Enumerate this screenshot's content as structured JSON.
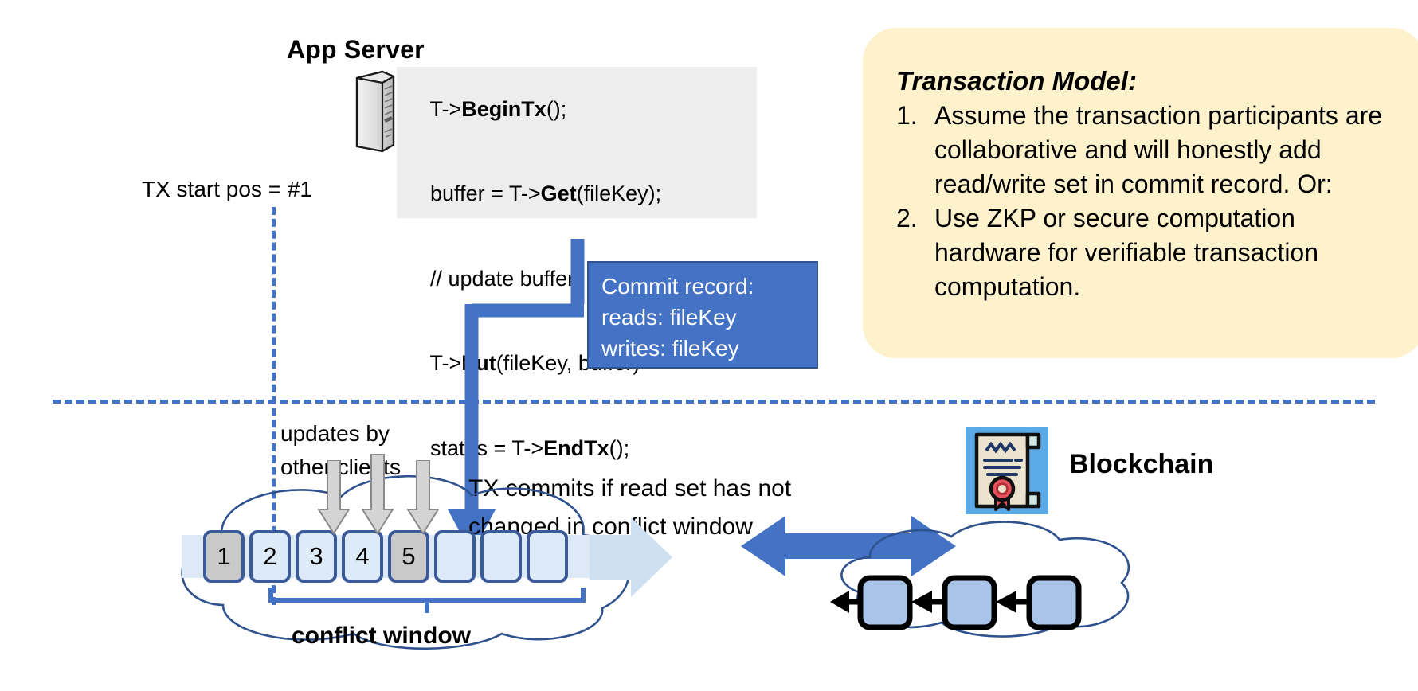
{
  "app_server": {
    "title": "App Server",
    "icon": "server-tower-icon",
    "code_lines": [
      {
        "pre": "T->",
        "bold": "BeginTx",
        "post": "();"
      },
      {
        "pre": "buffer = T->",
        "bold": "Get",
        "post": "(fileKey);"
      },
      {
        "pre": "// update buffer;",
        "bold": "",
        "post": ""
      },
      {
        "pre": "T->",
        "bold": "Put",
        "post": "(fileKey, buffer)"
      },
      {
        "pre": "status = T->",
        "bold": "EndTx",
        "post": "();"
      }
    ]
  },
  "tx_start": {
    "label": "TX start pos = #1"
  },
  "commit_record": {
    "title": "Commit record:",
    "reads": "reads: fileKey",
    "writes": "writes: fileKey"
  },
  "tx_model": {
    "title": "Transaction Model:",
    "items": [
      {
        "num": "1.",
        "text": "Assume the transaction participants are collaborative and will honestly add read/write set in commit record.  Or:"
      },
      {
        "num": "2.",
        "text": "Use ZKP or secure computation hardware for verifiable transaction computation."
      }
    ]
  },
  "log": {
    "updates_label_line1": "updates by",
    "updates_label_line2": "other clients",
    "commits_note_line1": "TX commits if read set has not",
    "commits_note_line2": "changed in conflict window",
    "conflict_window_label": "conflict window",
    "entries": [
      {
        "label": "1",
        "marked": true
      },
      {
        "label": "2",
        "marked": false
      },
      {
        "label": "3",
        "marked": false
      },
      {
        "label": "4",
        "marked": false
      },
      {
        "label": "5",
        "marked": true
      },
      {
        "label": "",
        "marked": false
      },
      {
        "label": "",
        "marked": false
      },
      {
        "label": "",
        "marked": false
      }
    ]
  },
  "blockchain": {
    "label": "Blockchain",
    "cert_icon": "certificate-icon",
    "block_count": 3
  },
  "colors": {
    "accent_blue": "#4472c4",
    "dark_blue": "#2f528f",
    "callout_yellow": "#fdf2cc",
    "code_gray": "#ededed",
    "log_strip": "#dee9f7",
    "log_box_fill": "#ddeaf7",
    "log_box_marked": "#c9c9c9",
    "bc_block_fill": "#a8c4e8",
    "cert_bg": "#5aaae8"
  }
}
